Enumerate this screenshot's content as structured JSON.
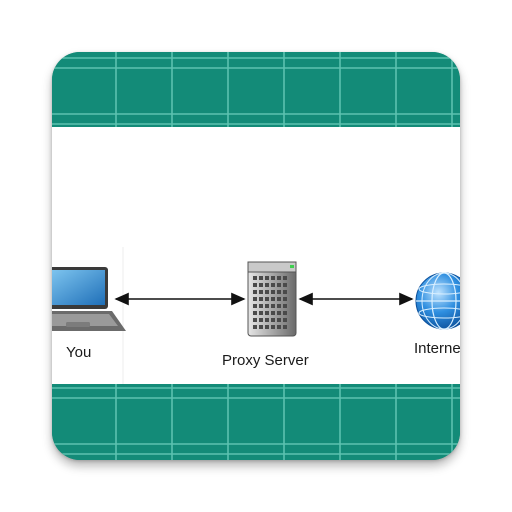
{
  "diagram": {
    "nodes": [
      {
        "id": "you",
        "label": "You",
        "icon": "laptop-icon"
      },
      {
        "id": "proxy",
        "label": "Proxy Server",
        "icon": "server-icon"
      },
      {
        "id": "internet",
        "label": "Interne",
        "icon": "globe-icon"
      }
    ],
    "edges": [
      {
        "from": "you",
        "to": "proxy",
        "direction": "both"
      },
      {
        "from": "proxy",
        "to": "internet",
        "direction": "both"
      }
    ]
  },
  "colors": {
    "band": "#138b78",
    "grid_line": "#5cc2b0",
    "panel": "#ffffff",
    "text": "#1a1a1a"
  }
}
